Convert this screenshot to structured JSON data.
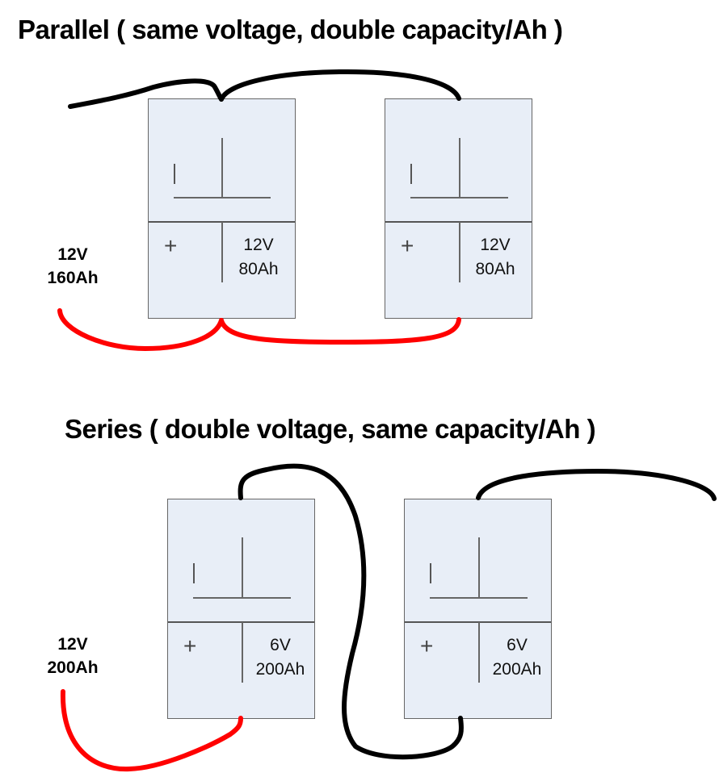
{
  "colors": {
    "positive_wire": "#ff0000",
    "negative_wire": "#000000",
    "battery_fill": "#e8eef7",
    "battery_border": "#666666"
  },
  "parallel": {
    "title": "Parallel ( same voltage, double capacity/Ah )",
    "result_voltage": "12V",
    "result_capacity": "160Ah",
    "batteries": [
      {
        "voltage": "12V",
        "capacity": "80Ah",
        "positive_symbol": "+",
        "negative_symbol": "|"
      },
      {
        "voltage": "12V",
        "capacity": "80Ah",
        "positive_symbol": "+",
        "negative_symbol": "|"
      }
    ]
  },
  "series": {
    "title": "Series ( double voltage, same capacity/Ah )",
    "result_voltage": "12V",
    "result_capacity": "200Ah",
    "batteries": [
      {
        "voltage": "6V",
        "capacity": "200Ah",
        "positive_symbol": "+",
        "negative_symbol": "|"
      },
      {
        "voltage": "6V",
        "capacity": "200Ah",
        "positive_symbol": "+",
        "negative_symbol": "|"
      }
    ]
  }
}
